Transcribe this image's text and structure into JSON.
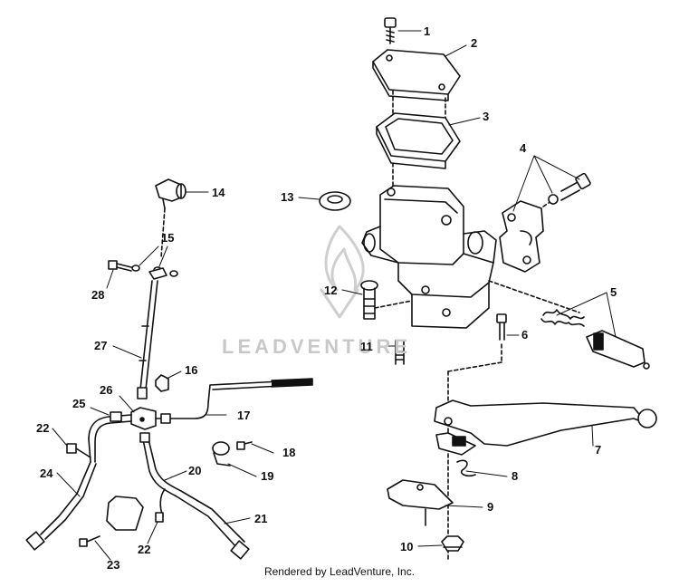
{
  "diagram": {
    "callouts": [
      "1",
      "2",
      "3",
      "4",
      "5",
      "6",
      "7",
      "8",
      "9",
      "10",
      "11",
      "12",
      "13",
      "14",
      "15",
      "16",
      "17",
      "18",
      "19",
      "20",
      "21",
      "22",
      "22",
      "23",
      "24",
      "25",
      "26",
      "27",
      "28"
    ],
    "watermark_text": "LEADVENTURE",
    "footer_text": "Rendered by LeadVenture, Inc."
  }
}
